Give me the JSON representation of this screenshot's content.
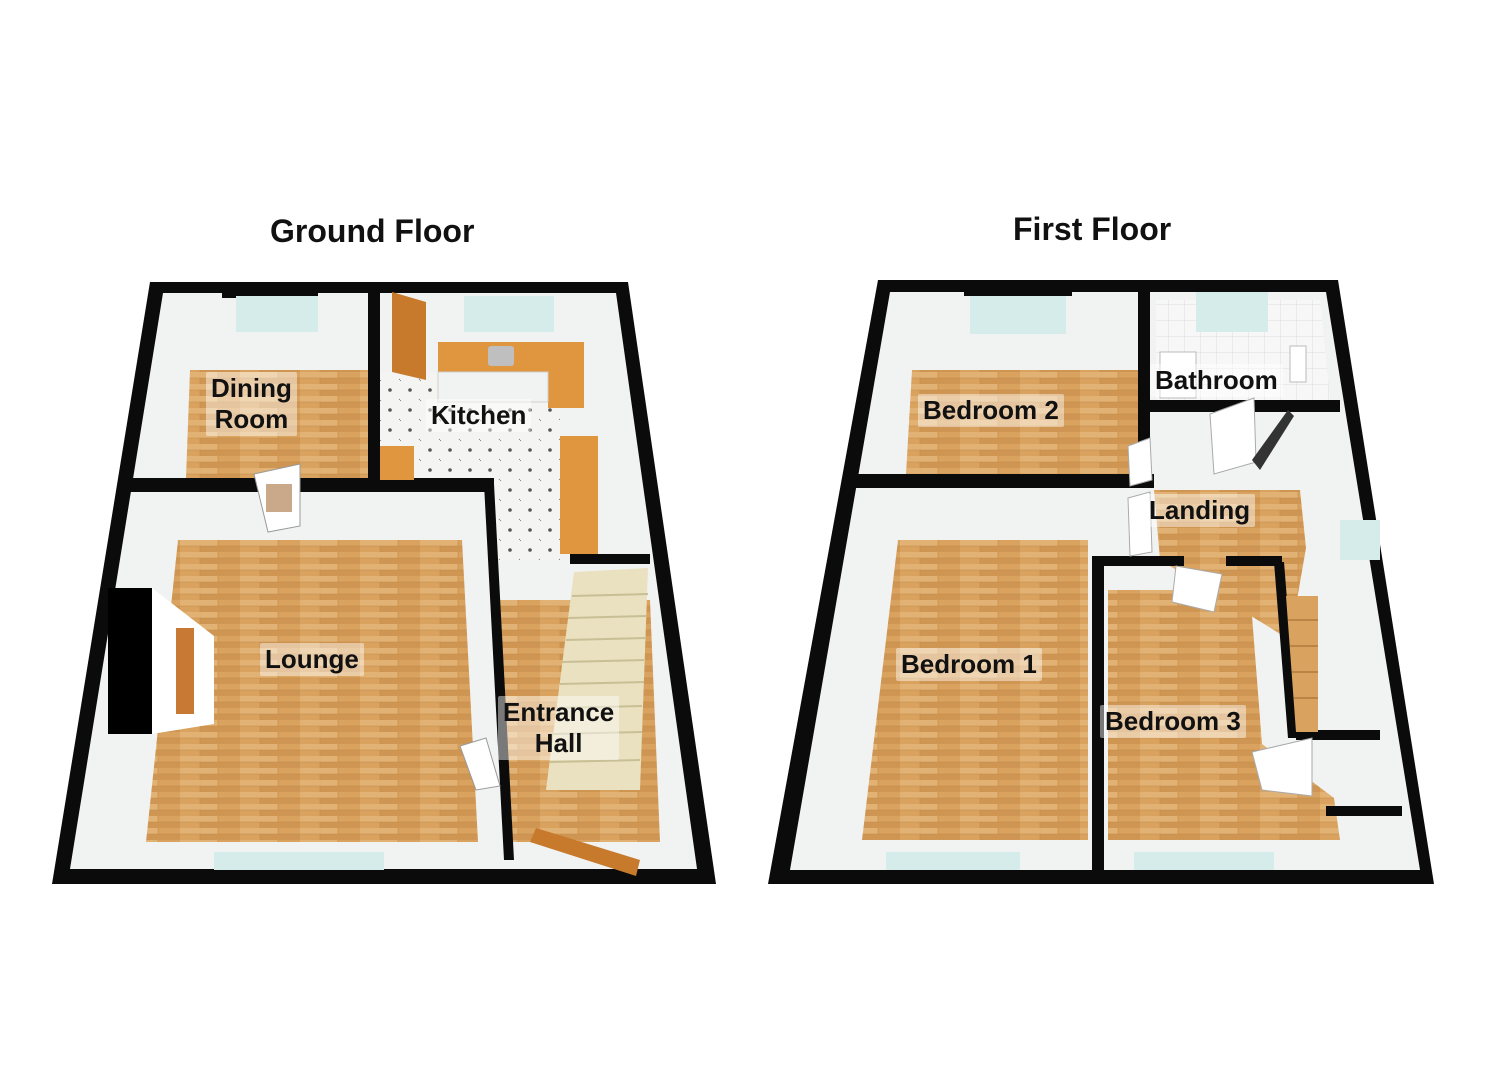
{
  "ground_floor": {
    "title": "Ground Floor",
    "rooms": {
      "dining_room": "Dining\nRoom",
      "kitchen": "Kitchen",
      "lounge": "Lounge",
      "entrance_hall": "Entrance\nHall"
    }
  },
  "first_floor": {
    "title": "First Floor",
    "rooms": {
      "bedroom_2": "Bedroom 2",
      "bathroom": "Bathroom",
      "landing": "Landing",
      "bedroom_1": "Bedroom 1",
      "bedroom_3": "Bedroom 3"
    }
  },
  "colors": {
    "wall": "#0b0b0b",
    "wall_inner": "#f1f3f3",
    "wood_floor": "#d9a35f",
    "tile_floor": "#f4f4f2",
    "window_glass": "#d6ecea",
    "counter": "#e0963f"
  }
}
